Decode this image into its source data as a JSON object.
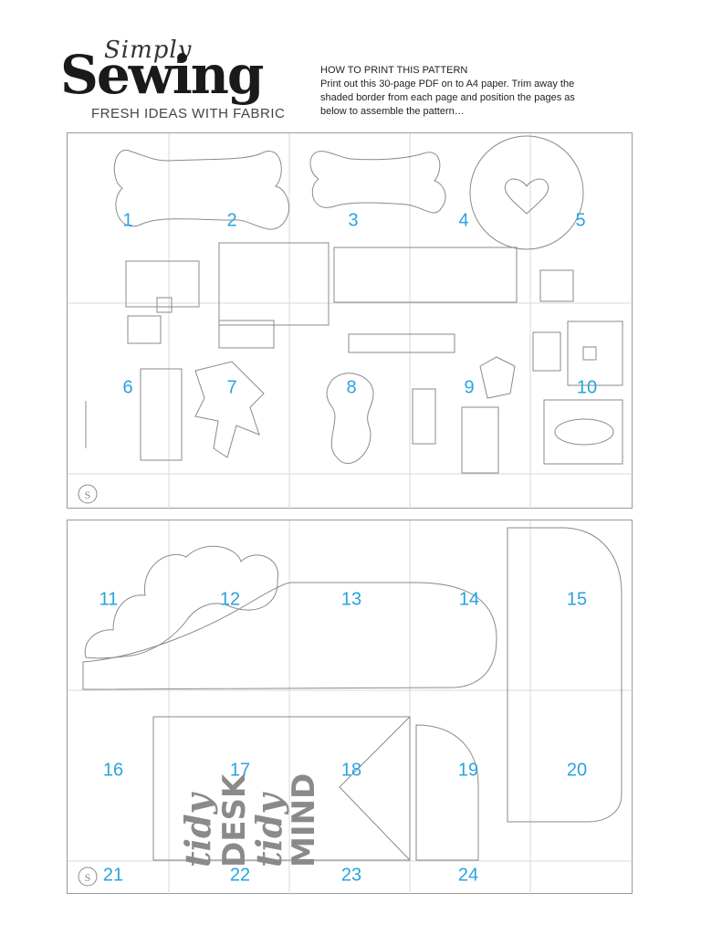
{
  "logo": {
    "script_word": "Simply",
    "main_word": "Sewing",
    "tagline": "FRESH IDEAS WITH FABRIC"
  },
  "instructions": {
    "title": "HOW TO PRINT THIS PATTERN",
    "body": "Print out this 30-page PDF on to A4 paper. Trim away the shaded border from each page and position the pages as below to assemble the pattern…"
  },
  "sheet_a": {
    "page_numbers": [
      "1",
      "2",
      "3",
      "4",
      "5",
      "6",
      "7",
      "8",
      "9",
      "10"
    ]
  },
  "sheet_b": {
    "page_numbers": [
      "11",
      "12",
      "13",
      "14",
      "15",
      "16",
      "17",
      "18",
      "19",
      "20",
      "21",
      "22",
      "23",
      "24"
    ],
    "artwork_text": [
      "tidy",
      "DESK",
      "tidy",
      "MIND"
    ]
  },
  "colors": {
    "page_number": "#29a3e0",
    "sheet_border": "#9a9a9a",
    "grid_line": "#d8d8d8",
    "pattern_line": "#8a8a8a",
    "artwork": "#8a8a8a"
  }
}
